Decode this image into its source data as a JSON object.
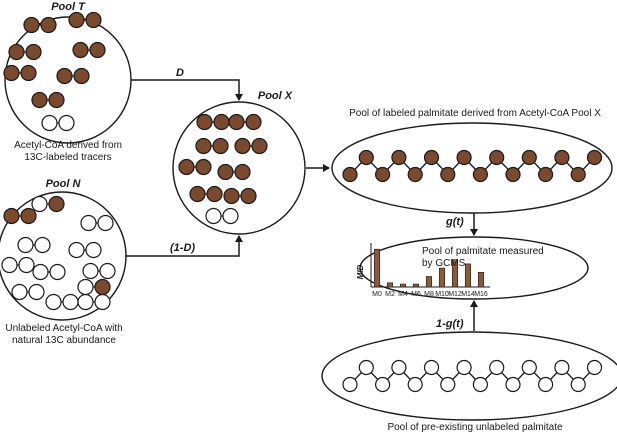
{
  "colors": {
    "filled": "#7b4a2e",
    "empty": "#ffffff",
    "stroke": "#1a1a1a",
    "bar": "#8a5a3c"
  },
  "pool_t": {
    "title": "Pool T",
    "caption_line1": "Acetyl-CoA derived from",
    "caption_line2": "13C-labeled tracers",
    "dimers": [
      "labeled",
      "labeled",
      "labeled",
      "labeled",
      "labeled",
      "labeled",
      "labeled",
      "unlabeled"
    ]
  },
  "pool_n": {
    "title": "Pool N",
    "caption_line1": "Unlabeled Acetyl-CoA with",
    "caption_line2": "natural 13C abundance",
    "dimers": [
      "mixed-left",
      "unlabeled-top",
      "unlabeled",
      "unlabeled",
      "unlabeled",
      "unlabeled",
      "unlabeled",
      "unlabeled",
      "unlabeled",
      "unlabeled",
      "unlabeled",
      "mixed-right"
    ]
  },
  "pool_x": {
    "title": "Pool X",
    "dimers": [
      "labeled",
      "labeled",
      "labeled",
      "labeled",
      "labeled",
      "labeled",
      "labeled",
      "labeled",
      "unlabeled"
    ]
  },
  "arrows": {
    "d_label": "D",
    "one_minus_d_label": "(1-D)",
    "g_label": "g(t)",
    "one_minus_g_label": "1-g(t)"
  },
  "labeled_palmitate": {
    "caption": "Pool of labeled palmitate derived from Acetyl-CoA Pool X",
    "atoms": 16,
    "state": "labeled"
  },
  "measured_pool": {
    "caption_line1": "Pool of palmitate measured",
    "caption_line2": "by GCMS"
  },
  "unlabeled_palmitate": {
    "caption": "Pool of pre-existing unlabeled palmitate",
    "atoms": 16,
    "state": "unlabeled"
  },
  "chart_data": {
    "type": "bar",
    "ylabel": "MID",
    "categories": [
      "M0",
      "M2",
      "M4",
      "M6",
      "M8",
      "M10",
      "M12",
      "M14",
      "M16"
    ],
    "values": [
      0.9,
      0.1,
      0.07,
      0.07,
      0.25,
      0.45,
      0.65,
      0.55,
      0.35
    ],
    "ylim": [
      0,
      1
    ]
  }
}
